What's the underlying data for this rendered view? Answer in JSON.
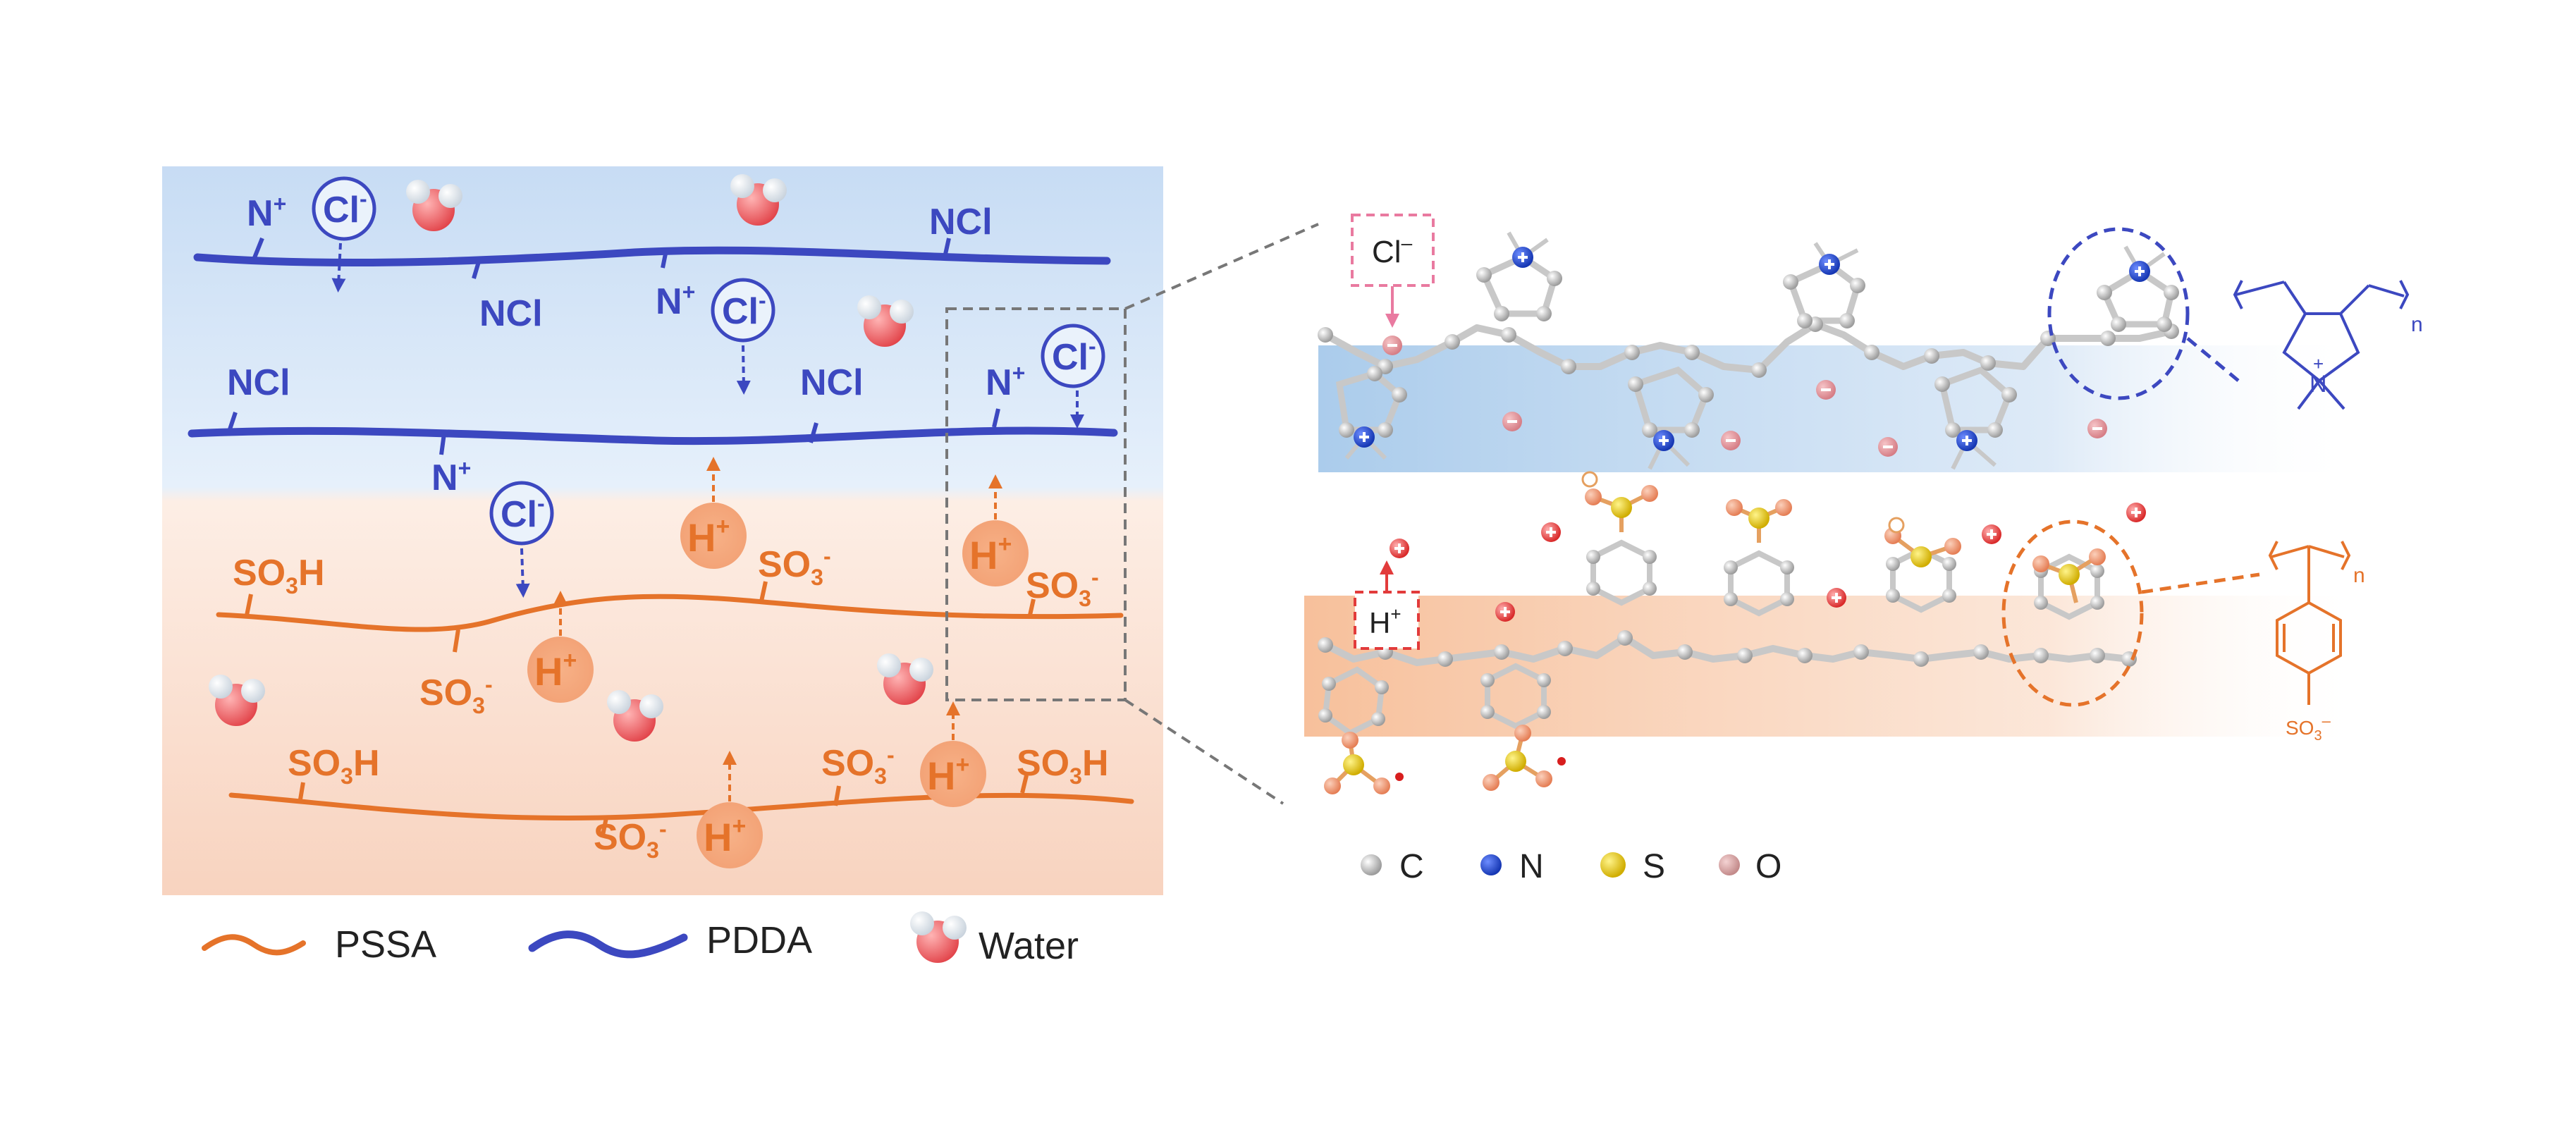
{
  "colors": {
    "pdda": "#3c48c0",
    "pssa": "#e5732a",
    "pdda_bg": "#cfe2f6",
    "pssa_bg": "#f9d8c6",
    "water_o": "#e8585a",
    "water_h": "#ffffff",
    "carbon": "#bdbdbd",
    "nitrogen": "#1f4fd6",
    "sulfur": "#f3d51a",
    "oxygen": "#f4a07a",
    "cl_ion": "#e6a2a8",
    "h_ion": "#e23b3b",
    "cl_box": "#e97aa0",
    "h_box": "#e23b3b",
    "callout": "#777777"
  },
  "left_panel": {
    "pdda_labels": [
      {
        "id": "n1",
        "type": "N+",
        "text": "N",
        "sup": "+"
      },
      {
        "id": "ncl1",
        "type": "NCl",
        "text": "NCl"
      },
      {
        "id": "ncl2",
        "type": "NCl",
        "text": "NCl"
      },
      {
        "id": "n2",
        "type": "N+",
        "text": "N",
        "sup": "+"
      },
      {
        "id": "ncl3",
        "type": "NCl",
        "text": "NCl"
      },
      {
        "id": "ncl4",
        "type": "NCl",
        "text": "NCl"
      },
      {
        "id": "n3",
        "type": "N+",
        "text": "N",
        "sup": "+"
      },
      {
        "id": "n4",
        "type": "N+",
        "text": "N",
        "sup": "+"
      }
    ],
    "cl_ions": [
      {
        "text": "Cl",
        "sup": "-"
      },
      {
        "text": "Cl",
        "sup": "-"
      },
      {
        "text": "Cl",
        "sup": "-"
      },
      {
        "text": "Cl",
        "sup": "-"
      }
    ],
    "pssa_labels": [
      {
        "text": "SO",
        "sub": "3",
        "tail": "H"
      },
      {
        "text": "SO",
        "sub": "3",
        "sup": "-"
      },
      {
        "text": "SO",
        "sub": "3",
        "sup": "-"
      },
      {
        "text": "SO",
        "sub": "3",
        "sup": "-"
      },
      {
        "text": "SO",
        "sub": "3",
        "tail": "H"
      },
      {
        "text": "SO",
        "sub": "3",
        "sup": "-"
      },
      {
        "text": "SO",
        "sub": "3",
        "tail": "H"
      },
      {
        "text": "SO",
        "sub": "3",
        "sup": "-"
      }
    ],
    "h_ions": [
      {
        "text": "H",
        "sup": "+"
      },
      {
        "text": "H",
        "sup": "+"
      },
      {
        "text": "H",
        "sup": "+"
      },
      {
        "text": "H",
        "sup": "+"
      },
      {
        "text": "H",
        "sup": "+"
      }
    ]
  },
  "legend": {
    "pssa": "PSSA",
    "pdda": "PDDA",
    "water": "Water"
  },
  "right_panel": {
    "cl_box_label": {
      "text": "Cl",
      "sup": "–"
    },
    "h_box_label": {
      "text": "H",
      "sup": "+"
    },
    "pdda_structure": {
      "n_plus": "+",
      "n": "N",
      "subscript": "n"
    },
    "pssa_structure": {
      "subscript": "n",
      "so3": "SO",
      "so3_sub": "3",
      "so3_sup": "–"
    },
    "atom_legend": [
      {
        "symbol": "C",
        "color_key": "carbon"
      },
      {
        "symbol": "N",
        "color_key": "nitrogen"
      },
      {
        "symbol": "S",
        "color_key": "sulfur"
      },
      {
        "symbol": "O",
        "color_key": "oxygen"
      }
    ]
  }
}
